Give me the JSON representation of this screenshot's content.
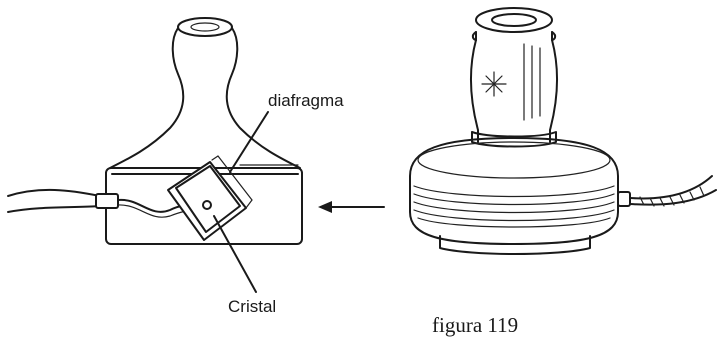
{
  "labels": {
    "diaphragm": "diafragma",
    "crystal": "Cristal",
    "caption": "figura 119"
  }
}
